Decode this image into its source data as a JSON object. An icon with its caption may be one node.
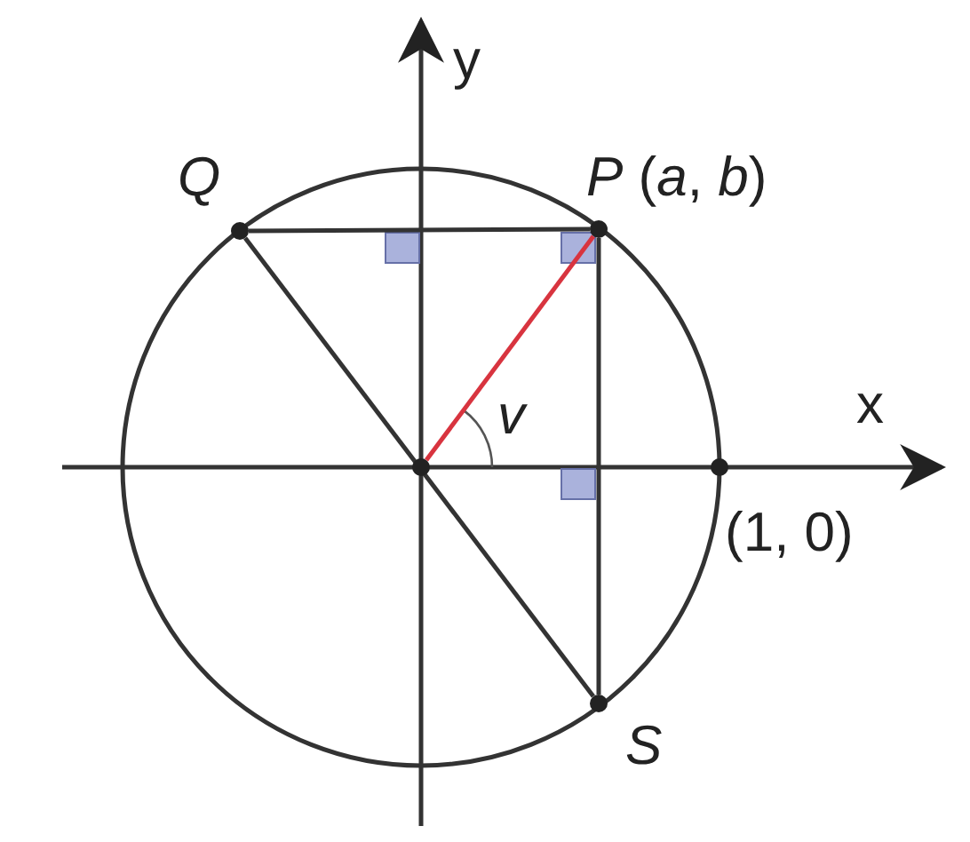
{
  "diagram": {
    "nodes": [
      {
        "text": [],
        "shape": "circle",
        "beside": [
          "Q"
        ]
      },
      {
        "text": [],
        "shape": "circle",
        "beside": [
          "*P* (*a*, *b*)"
        ]
      },
      {
        "text": [],
        "shape": "circle"
      },
      {
        "text": [],
        "shape": "circle",
        "beside": [
          "(1, 0)"
        ]
      },
      {
        "text": [],
        "shape": "circle",
        "beside": [
          "S"
        ]
      }
    ],
    "edges": [
      {
        "from": 0,
        "to": 1,
        "arrow": "none"
      },
      {
        "from": 0,
        "to": 4,
        "arrow": "none"
      },
      {
        "from": 2,
        "to": 1,
        "arrow": "none",
        "color": "#d8343f"
      },
      {
        "from": 1,
        "to": 4,
        "arrow": "none"
      }
    ],
    "labels": [
      "y",
      "x",
      "v"
    ]
  }
}
